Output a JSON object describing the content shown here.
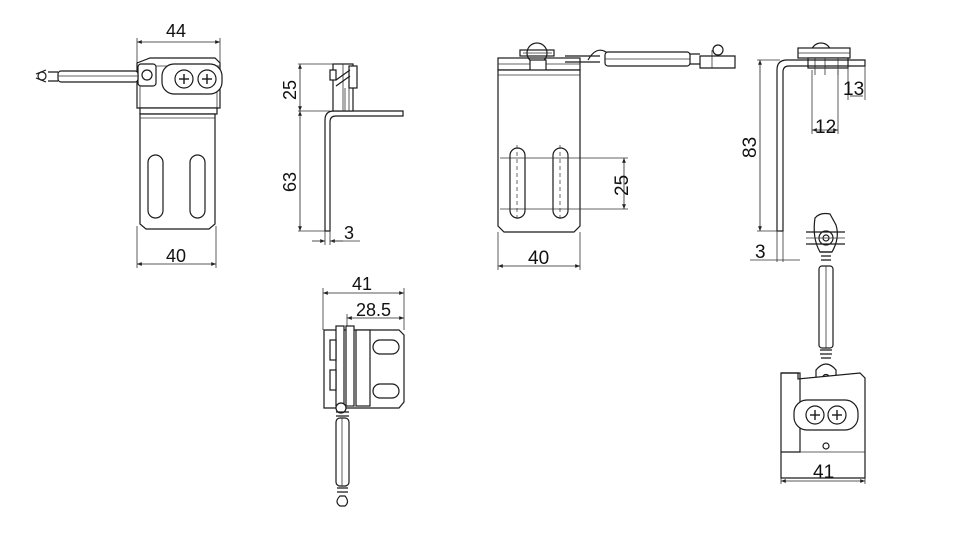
{
  "dimensions": {
    "v1_width_top": "44",
    "v1_width_bottom": "40",
    "v2_height_top": "25",
    "v2_height_bottom": "63",
    "v2_thickness": "3",
    "v3_width_total": "41",
    "v3_width_inner": "28.5",
    "v4_slot_spacing": "25",
    "v4_width": "40",
    "v5_height": "83",
    "v5_offset_13": "13",
    "v5_offset_12": "12",
    "v5_thickness": "3",
    "v6_width": "41"
  },
  "icons": [
    "phillips-screw-icon",
    "phillips-screw-icon"
  ]
}
